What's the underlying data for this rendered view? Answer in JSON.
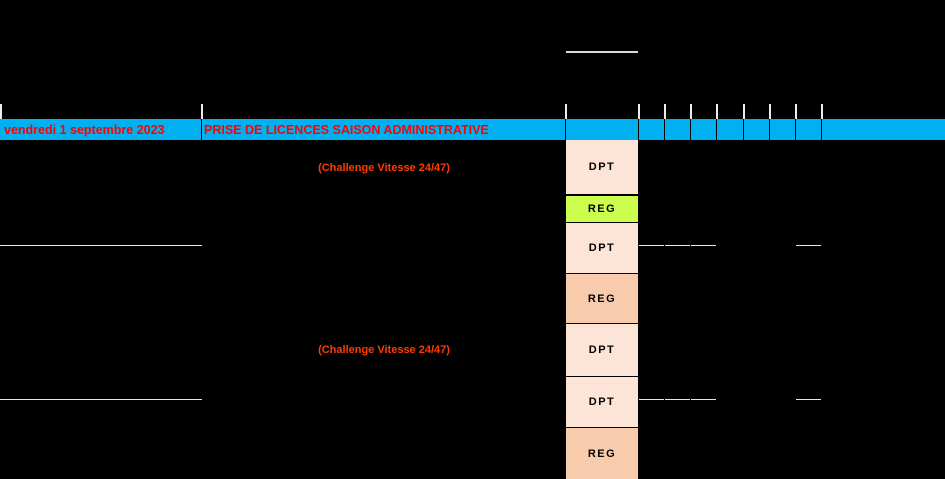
{
  "window": {
    "background": "#000000"
  },
  "header_row": {
    "background": "#00B0F0",
    "text_color": "#FF0000",
    "date_label": "vendredi 1 septembre 2023",
    "title": "PRISE DE LICENCES SAISON ADMINISTRATIVE"
  },
  "annotations": {
    "color": "#FF3C00",
    "items": [
      {
        "text": "(Challenge Vitesse 24/47)"
      },
      {
        "text": "(Challenge Vitesse 24/47)"
      }
    ]
  },
  "category_column": {
    "text_color": "#000000",
    "colors": {
      "dpt": "#FCE4D6",
      "reg_green": "#CCFF4D",
      "reg_orange": "#F8CBAD"
    },
    "cells": [
      {
        "label": "DPT",
        "kind": "dpt"
      },
      {
        "label": "REG",
        "kind": "reg_green"
      },
      {
        "label": "DPT",
        "kind": "dpt"
      },
      {
        "label": "REG",
        "kind": "reg_orange"
      },
      {
        "label": "DPT",
        "kind": "dpt"
      },
      {
        "label": "DPT",
        "kind": "dpt"
      },
      {
        "label": "REG",
        "kind": "reg_orange"
      }
    ]
  },
  "gridlines": {
    "color": "#E8E8E8"
  }
}
